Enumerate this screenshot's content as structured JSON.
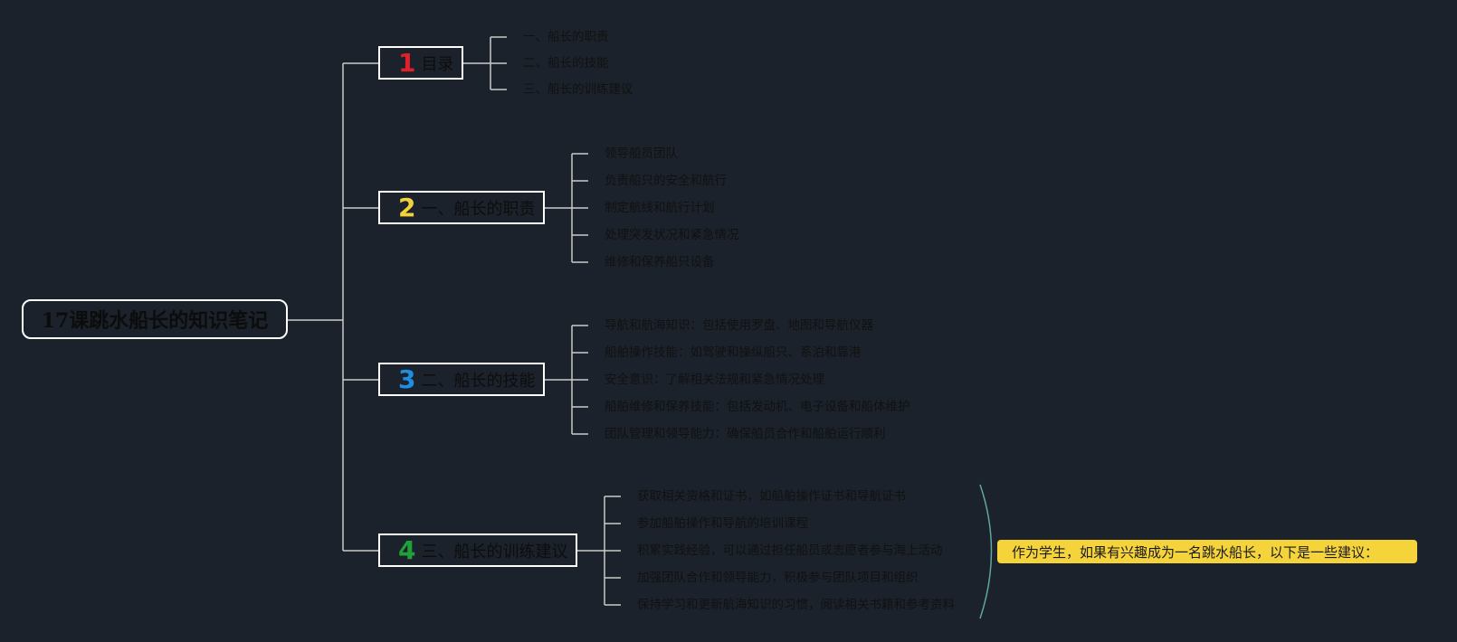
{
  "root": {
    "title": "17课跳水船长的知识笔记"
  },
  "colors": {
    "background": "#1b222b",
    "line": "#c9c9c9",
    "note_bg": "#f5d33b",
    "brace": "#5fa79f"
  },
  "branches": [
    {
      "num": "1",
      "num_color": "#e0202a",
      "label": "目录",
      "children": [
        "一、船长的职责",
        "二、船长的技能",
        "三、船长的训练建议"
      ]
    },
    {
      "num": "2",
      "num_color": "#f2d23a",
      "label": "一、船长的职责",
      "children": [
        "领导船员团队",
        "负责船只的安全和航行",
        "制定航线和航行计划",
        "处理突发状况和紧急情况",
        "维修和保养船只设备"
      ]
    },
    {
      "num": "3",
      "num_color": "#1e8fe0",
      "label": "二、船长的技能",
      "children": [
        "导航和航海知识：包括使用罗盘、地图和导航仪器",
        "船舶操作技能：如驾驶和操纵船只、系泊和靠港",
        "安全意识：了解相关法规和紧急情况处理",
        "船舶维修和保养技能：包括发动机、电子设备和船体维护",
        "团队管理和领导能力：确保船员合作和船舶运行顺利"
      ]
    },
    {
      "num": "4",
      "num_color": "#20a03a",
      "label": "三、船长的训练建议",
      "children": [
        "获取相关资格和证书，如船舶操作证书和导航证书",
        "参加船舶操作和导航的培训课程",
        "积累实践经验，可以通过担任船员或志愿者参与海上活动",
        "加强团队合作和领导能力，积极参与团队项目和组织",
        "保持学习和更新航海知识的习惯，阅读相关书籍和参考资料"
      ]
    }
  ],
  "summary_note": "作为学生，如果有兴趣成为一名跳水船长，以下是一些建议："
}
